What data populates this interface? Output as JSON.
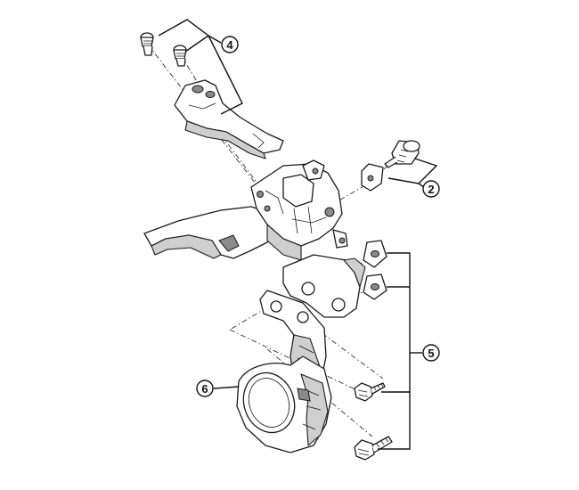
{
  "callouts": {
    "c2": "2",
    "c4": "4",
    "c5": "5",
    "c6": "6"
  }
}
